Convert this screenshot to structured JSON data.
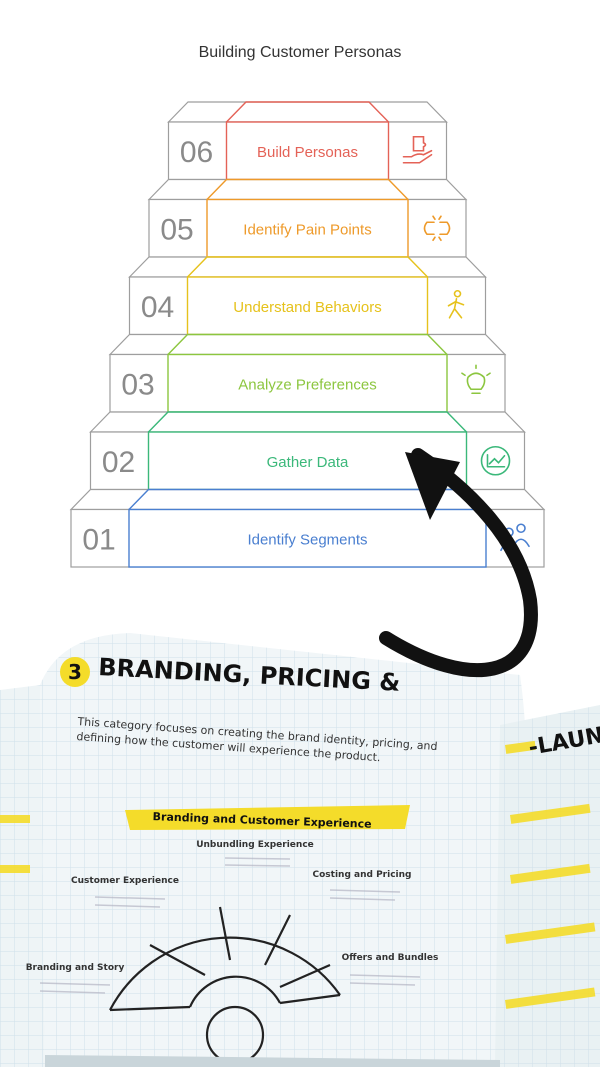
{
  "title": "Building Customer Personas",
  "steps": [
    {
      "number": "01",
      "label": "Identify Segments",
      "color": "#4a7fd0",
      "icon": "people-network-icon"
    },
    {
      "number": "02",
      "label": "Gather Data",
      "color": "#3bb87a",
      "icon": "growth-chart-icon"
    },
    {
      "number": "03",
      "label": "Analyze Preferences",
      "color": "#8cc63f",
      "icon": "lightbulb-icon"
    },
    {
      "number": "04",
      "label": "Understand Behaviors",
      "color": "#e6c21c",
      "icon": "walking-person-icon"
    },
    {
      "number": "05",
      "label": "Identify Pain Points",
      "color": "#ee9a2a",
      "icon": "broken-link-icon"
    },
    {
      "number": "06",
      "label": "Build Personas",
      "color": "#e46257",
      "icon": "hand-puzzle-icon"
    }
  ],
  "book": {
    "section_number": "3",
    "heading": "BRANDING, PRICING &",
    "intro": "This category focuses on creating the brand identity, pricing, and defining how the customer will experience the product.",
    "banner": "Branding and Customer Experience",
    "labels": [
      "Unbundling Experience",
      "Customer Experience",
      "Costing and Pricing",
      "Branding and Story",
      "Offers and Bundles"
    ],
    "right_page_heading": "-LAUN"
  }
}
